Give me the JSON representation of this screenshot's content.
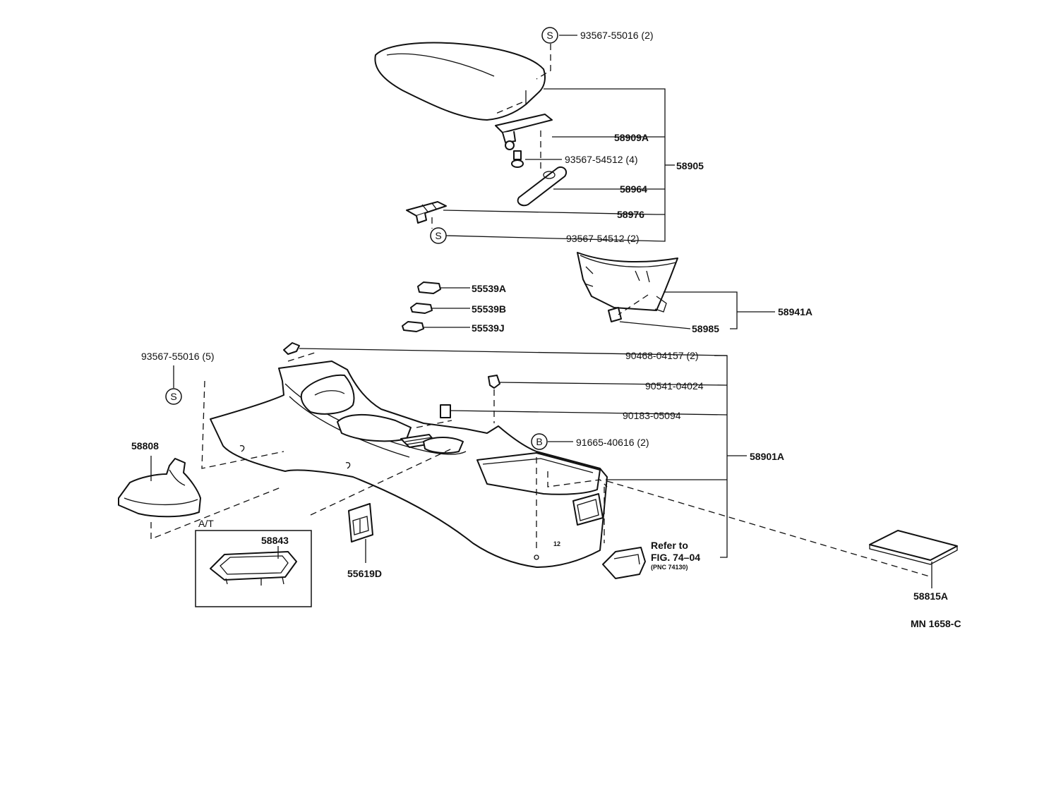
{
  "callouts": {
    "screw_top_qty": "93567-55016 (2)",
    "bracket_a": "58909A",
    "screw_mid_qty": "93567-54512 (4)",
    "armrest_assy": "58905",
    "hinge": "58964",
    "bracket_b": "58976",
    "screw_lower_qty": "93567-54512 (2)",
    "cap_a": "55539A",
    "cap_b": "55539B",
    "cap_j": "55539J",
    "box_assy": "58941A",
    "box_clip": "58985",
    "screw_left_qty": "93567-55016 (5)",
    "clip_qty": "90468-04157 (2)",
    "grommet": "90541-04024",
    "nut": "90183-05094",
    "bolt_qty": "91665-40616 (2)",
    "console_assy": "58901A",
    "boot": "58808",
    "at_label": "A/T",
    "at_bezel": "58843",
    "bracket_c": "55619D",
    "refer_line1": "Refer to",
    "refer_line2": "FIG. 74–04",
    "refer_line3": "(PNC 74130)",
    "mat": "58815A",
    "fig_id": "MN 1658-C"
  },
  "symbols": {
    "s_top": "S",
    "s_lower": "S",
    "s_left": "S",
    "b_bolt": "B"
  }
}
